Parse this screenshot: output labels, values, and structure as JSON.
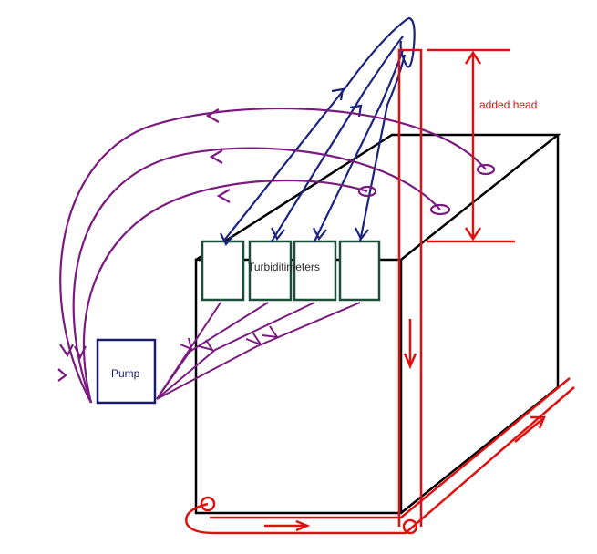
{
  "labels": {
    "turbidimeters": "Turbiditimeters",
    "pump": "Pump",
    "added_head": "added head"
  },
  "colors": {
    "tank": "#000000",
    "turbidimeter_box": "#1e4d3a",
    "flow_to_head": "#1a237e",
    "return_flow": "#7b1a80",
    "pump_box": "#1a1a6e",
    "pump_feed": "#7b1a80",
    "recirculation": "#e01010",
    "added_head_marker": "#e01010"
  }
}
